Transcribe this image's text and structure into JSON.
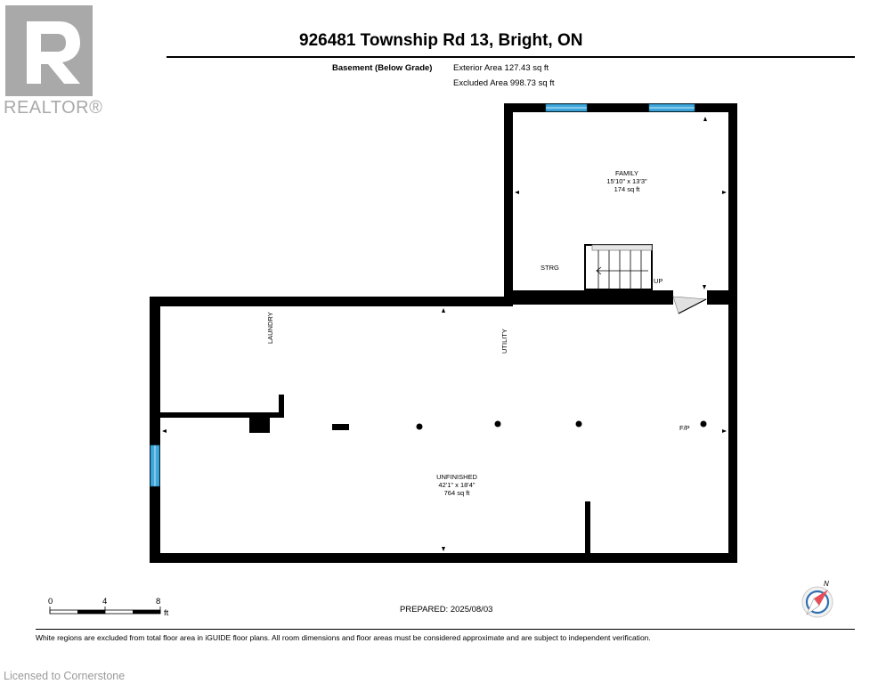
{
  "brand": {
    "name": "REALTOR®",
    "logo_letter": "R",
    "logo_color": "#a9a9a9"
  },
  "title": "926481 Township Rd 13, Bright, ON",
  "level": {
    "name": "Basement (Below Grade)",
    "exterior_area": "Exterior Area 127.43 sq ft",
    "excluded_area": "Excluded Area 998.73 sq ft"
  },
  "rooms": {
    "family": {
      "name": "FAMILY",
      "dimensions": "15'10\" x 13'3\"",
      "area": "174 sq ft"
    },
    "unfinished": {
      "name": "UNFINISHED",
      "dimensions": "42'1\" x 18'4\"",
      "area": "764 sq ft"
    },
    "strg": "STRG",
    "up": "UP",
    "laundry": "LAUNDRY",
    "utility": "UTILITY",
    "fp": "F/P"
  },
  "scale": {
    "labels": [
      "0",
      "4",
      "8"
    ],
    "unit": "ft"
  },
  "compass": {
    "label": "N",
    "accent": "#e84d57",
    "ring": "#2f6fb0"
  },
  "prepared": "PREPARED: 2025/08/03",
  "disclaimer": "White regions are excluded from total floor area in iGUIDE floor plans. All room dimensions and floor areas must be considered approximate and are subject to independent verification.",
  "license": "Licensed to Cornerstone",
  "colors": {
    "wall": "#000000",
    "window": "#3ea8dd"
  }
}
